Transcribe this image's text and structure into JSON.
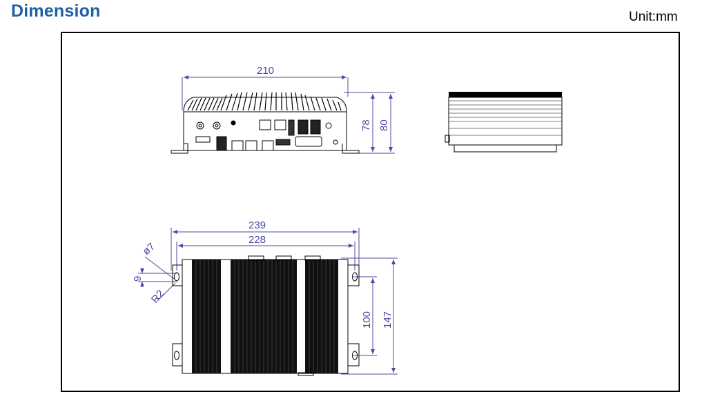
{
  "header": {
    "title": "Dimension",
    "unit": "Unit:mm"
  },
  "front_view": {
    "width_label": "210",
    "height_inner_label": "78",
    "height_outer_label": "80"
  },
  "top_view": {
    "width_outer_label": "239",
    "width_inner_label": "228",
    "hole_diameter_label": "ø7",
    "hole_offset_label": "9",
    "radius_label": "R2",
    "hole_spacing_label": "100",
    "depth_label": "147"
  },
  "colors": {
    "title": "#1f5fa3",
    "dimension": "#4a4aa0",
    "outline": "#000000"
  }
}
